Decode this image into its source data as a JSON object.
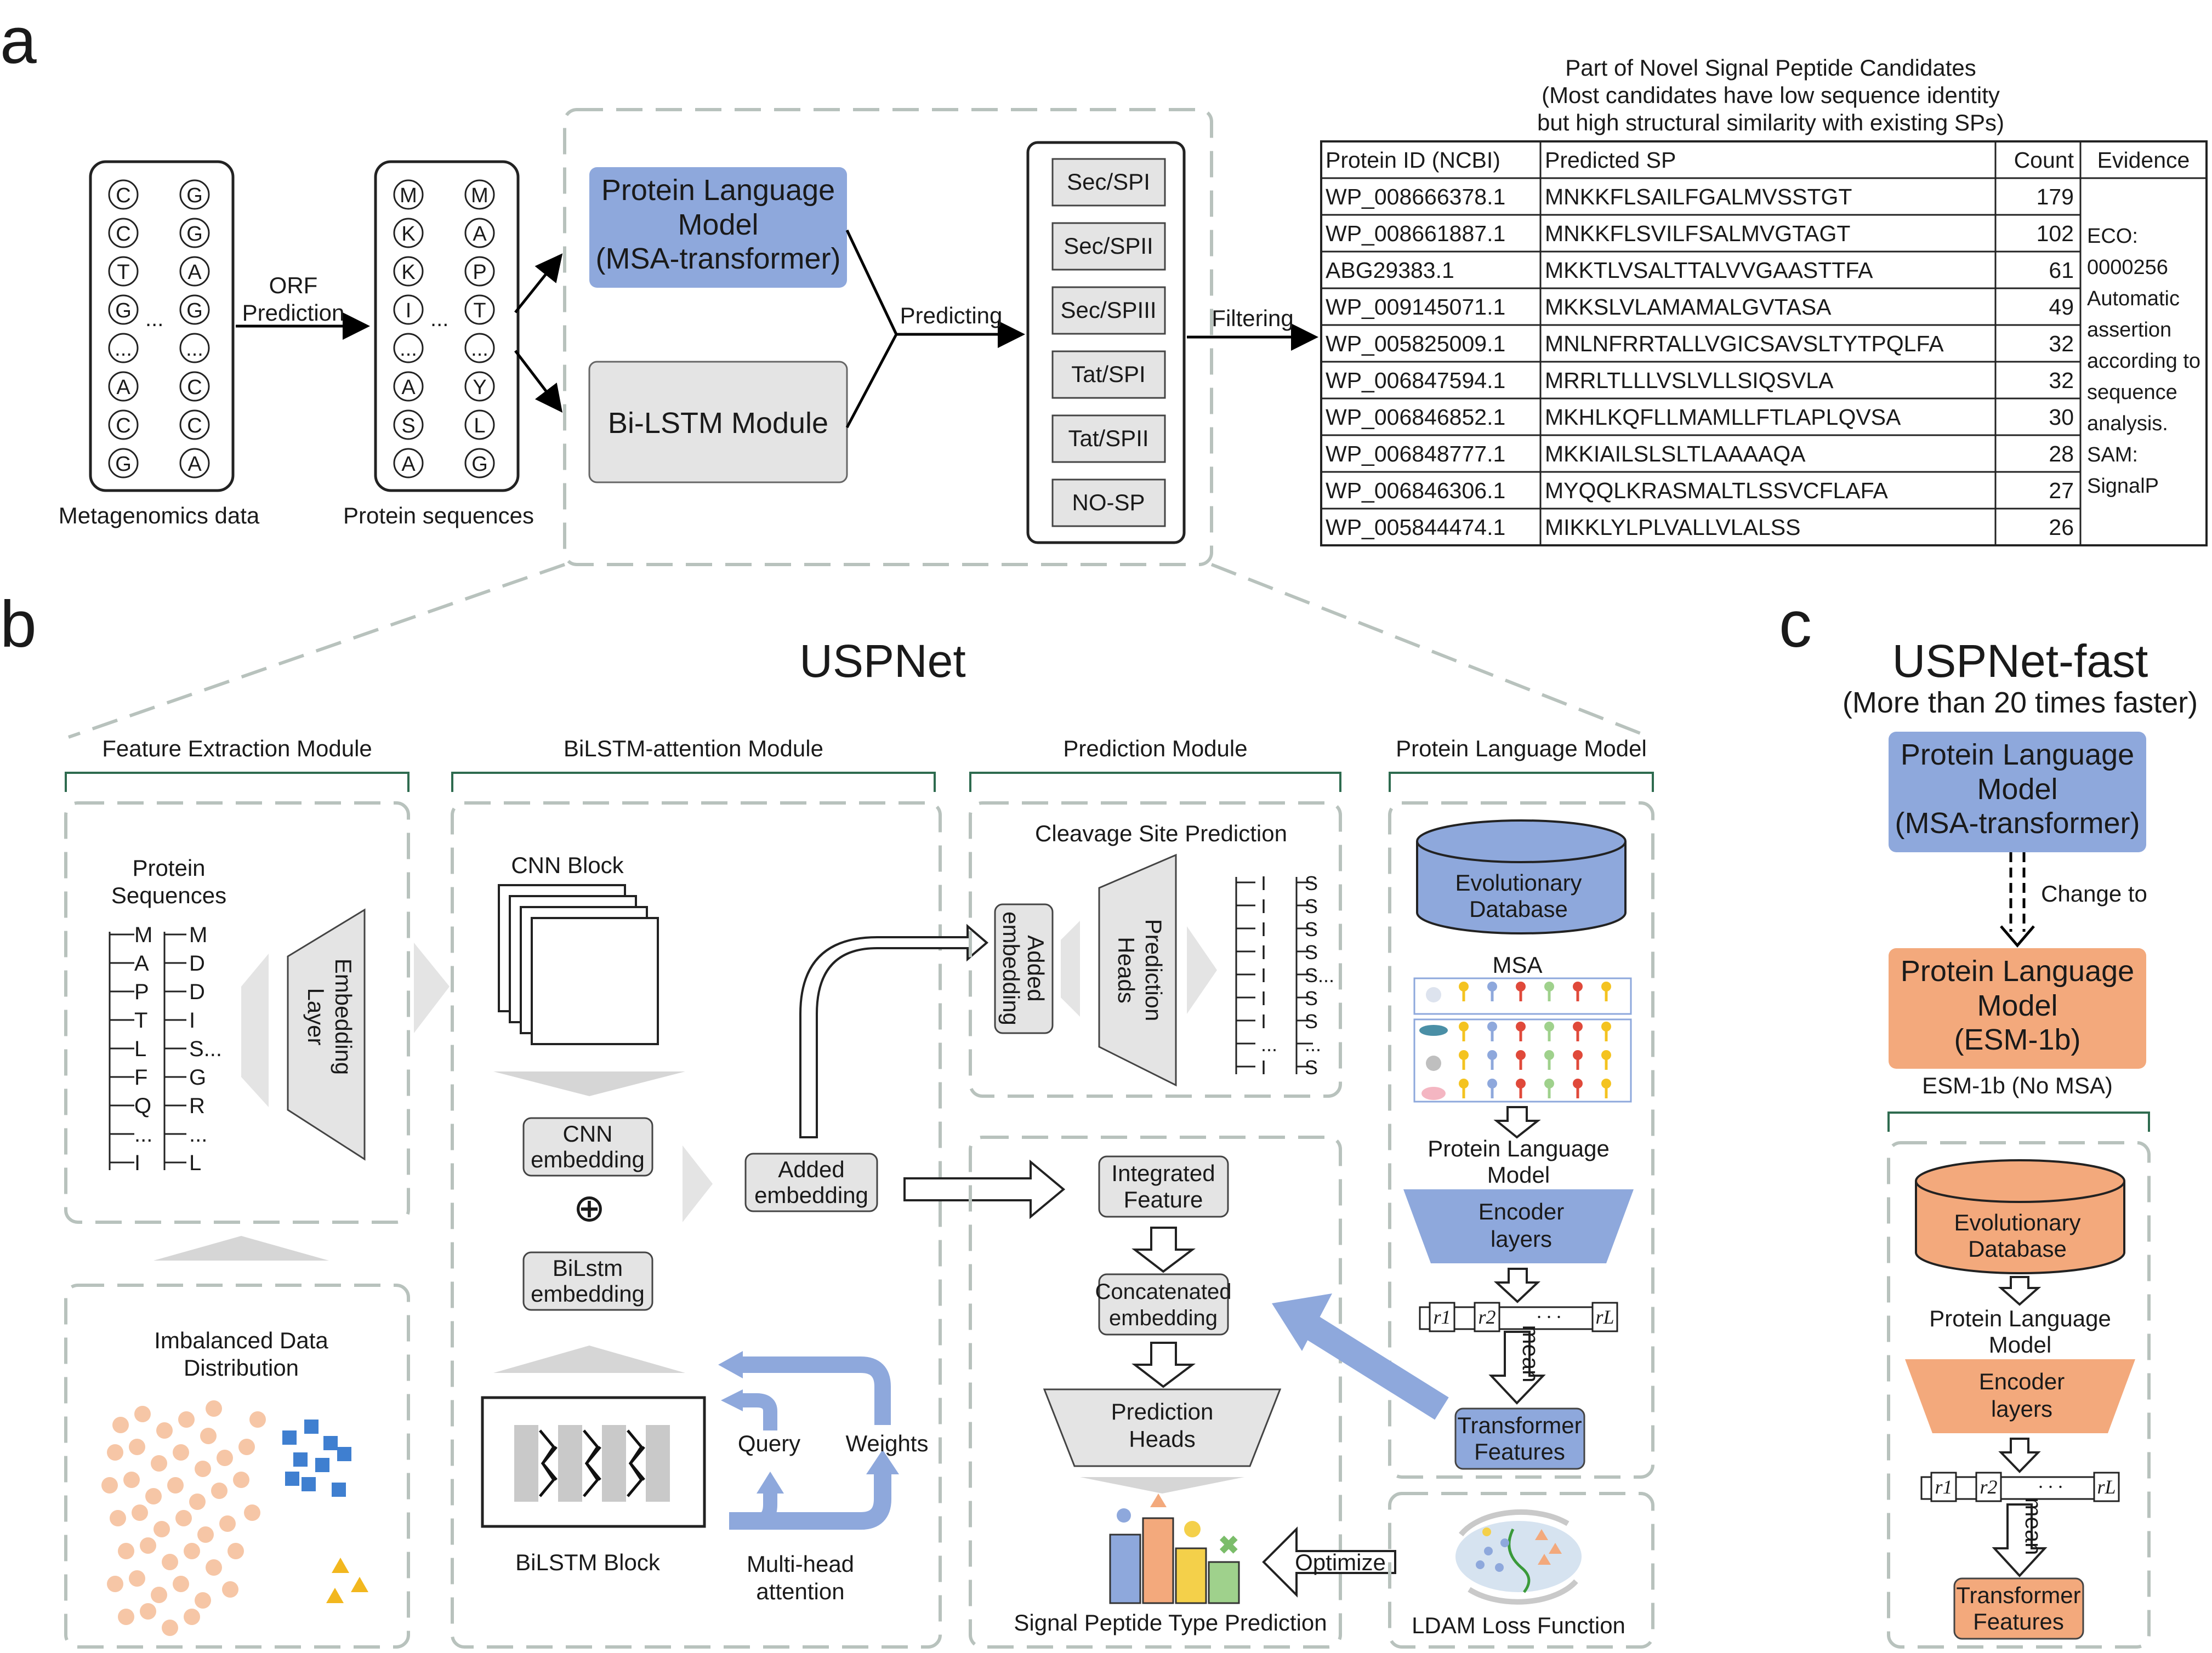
{
  "panel_labels": {
    "a": "a",
    "b": "b",
    "c": "c"
  },
  "panel_a": {
    "metagenomics": {
      "caption": "Metagenomics data",
      "col1": [
        "C",
        "C",
        "T",
        "G",
        "...",
        "A",
        "C",
        "G"
      ],
      "col2": [
        "G",
        "G",
        "A",
        "G",
        "...",
        "C",
        "C",
        "A"
      ],
      "ellipsis": "..."
    },
    "orf_label": [
      "ORF",
      "Prediction"
    ],
    "protein": {
      "caption": "Protein sequences",
      "col1": [
        "M",
        "K",
        "K",
        "I",
        "...",
        "A",
        "S",
        "A"
      ],
      "col2": [
        "M",
        "A",
        "P",
        "T",
        "...",
        "Y",
        "L",
        "G"
      ],
      "ellipsis": "..."
    },
    "plm_box": [
      "Protein Language",
      "Model",
      "(MSA-transformer)"
    ],
    "bilstm_box": "Bi-LSTM Module",
    "predicting_label": "Predicting",
    "classes": [
      "Sec/SPI",
      "Sec/SPII",
      "Sec/SPIII",
      "Tat/SPI",
      "Tat/SPII",
      "NO-SP"
    ],
    "filtering_label": "Filtering",
    "table_title": [
      "Part of Novel Signal Peptide Candidates",
      "(Most candidates have low sequence identity",
      "but high structural similarity with existing SPs)"
    ],
    "table": {
      "headers": [
        "Protein ID (NCBI)",
        "Predicted SP",
        "Count",
        "Evidence"
      ],
      "rows": [
        [
          "WP_008666378.1",
          "MNKKFLSAILFGALMVSSTGT",
          "179"
        ],
        [
          "WP_008661887.1",
          "MNKKFLSVILFSALMVGTAGT",
          "102"
        ],
        [
          "ABG29383.1",
          "MKKTLVSALTTALVVGAASTTFA",
          "61"
        ],
        [
          "WP_009145071.1",
          "MKKSLVLAMAMALGVTASA",
          "49"
        ],
        [
          "WP_005825009.1",
          "MNLNFRRTALLVGICSAVSLTYTPQLFA",
          "32"
        ],
        [
          "WP_006847594.1",
          "MRRLTLLLVSLVLLSIQSVLA",
          "32"
        ],
        [
          "WP_006846852.1",
          "MKHLKQFLLMAMLLFTLAPLQVSA",
          "30"
        ],
        [
          "WP_006848777.1",
          "MKKIAILSLSLTLAAAAQA",
          "28"
        ],
        [
          "WP_006846306.1",
          "MYQQLKRASMALTLSSVCFLAFA",
          "27"
        ],
        [
          "WP_005844474.1",
          "MIKKLYLPLVALLVLALSS",
          "26"
        ]
      ],
      "evidence": [
        "ECO:",
        "0000256",
        "Automatic",
        "assertion",
        "according to",
        "sequence",
        "analysis.",
        "SAM:",
        "SignalP"
      ]
    }
  },
  "panel_b": {
    "title": "USPNet",
    "sections": [
      "Feature Extraction Module",
      "BiLSTM-attention Module",
      "Prediction Module",
      "Protein Language Model"
    ],
    "protein_sequences": [
      "Protein",
      "Sequences"
    ],
    "tree_col1": [
      "M",
      "A",
      "P",
      "T",
      "L",
      "F",
      "Q",
      "..."
    ],
    "tree_col2": [
      "M",
      "D",
      "D",
      "I",
      "S...",
      "G",
      "R",
      "..."
    ],
    "tree_tail": [
      "I",
      "L"
    ],
    "embedding_layer": [
      "Embedding",
      "Layer"
    ],
    "imbalanced": [
      "Imbalanced Data",
      "Distribution"
    ],
    "cnn_block": "CNN Block",
    "cnn_embedding": [
      "CNN",
      "embedding"
    ],
    "plus": "⊕",
    "bilstm_embedding": [
      "BiLstm",
      "embedding"
    ],
    "bilstm_block": "BiLSTM Block",
    "query": "Query",
    "weights": "Weights",
    "multihead": [
      "Multi-head",
      "attention"
    ],
    "added_embedding": [
      "Added",
      "embedding"
    ],
    "cleavage_title": "Cleavage Site Prediction",
    "cleavage_added": [
      "Added",
      "embedding"
    ],
    "cleavage_heads": [
      "Prediction",
      "Heads"
    ],
    "cleavage_left": [
      "I",
      "I",
      "I",
      "I",
      "I",
      "I",
      "I",
      "...",
      "I"
    ],
    "cleavage_right": [
      "S",
      "S",
      "S",
      "S",
      "S...",
      "S",
      "S",
      "...",
      "S"
    ],
    "integrated": [
      "Integrated",
      "Feature"
    ],
    "concatenated": [
      "Concatenated",
      "embedding"
    ],
    "pred_heads": [
      "Prediction",
      "Heads"
    ],
    "sp_type": "Signal Peptide Type Prediction",
    "optimize": "Optimize",
    "ldam": "LDAM Loss Function",
    "evo_db": [
      "Evolutionary",
      "Database"
    ],
    "msa": "MSA",
    "plm": [
      "Protein Language",
      "Model"
    ],
    "encoder": [
      "Encoder",
      "layers"
    ],
    "r_tokens": [
      "r1",
      "r2",
      "· · ·",
      "rL"
    ],
    "mean": "mean",
    "transformer": [
      "Transformer",
      "Features"
    ]
  },
  "panel_c": {
    "title": "USPNet-fast",
    "subtitle": "(More than 20 times faster)",
    "plm_msa": [
      "Protein Language",
      "Model",
      "(MSA-transformer)"
    ],
    "change_to": "Change to",
    "plm_esm": [
      "Protein Language",
      "Model",
      "(ESM-1b)"
    ],
    "esm_caption": "ESM-1b (No MSA)",
    "evo_db": [
      "Evolutionary",
      "Database"
    ],
    "plm": [
      "Protein Language",
      "Model"
    ],
    "encoder": [
      "Encoder",
      "layers"
    ],
    "r_tokens": [
      "r1",
      "r2",
      "· · ·",
      "rL"
    ],
    "mean": "mean",
    "transformer": [
      "Transformer",
      "Features"
    ]
  },
  "colors": {
    "blue": "#8ea8dc",
    "orange": "#f3a97c",
    "grey_box": "#e4e4e4",
    "dash": "#b8c2bd",
    "bracket": "#2e6b4f"
  }
}
